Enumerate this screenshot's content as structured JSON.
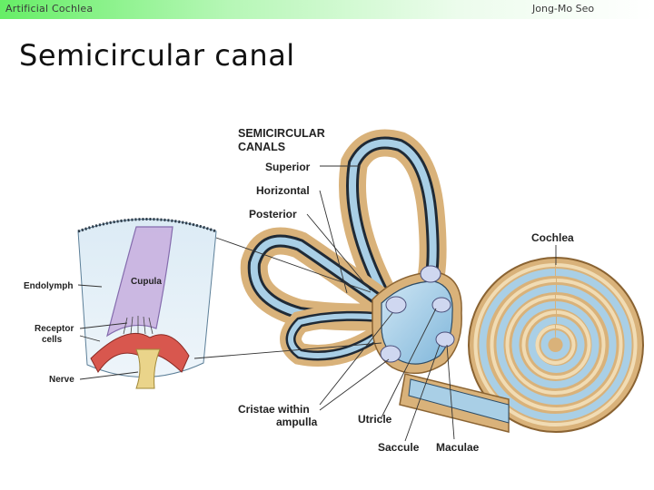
{
  "header": {
    "left": "Artificial Cochlea",
    "right": "Jong-Mo Seo",
    "band_color": "#66ee66"
  },
  "slide": {
    "title": "Semicircular canal"
  },
  "figure": {
    "labels": {
      "semicircular_canals_line1": "SEMICIRCULAR",
      "semicircular_canals_line2": "CANALS",
      "superior": "Superior",
      "horizontal": "Horizontal",
      "posterior": "Posterior",
      "cochlea": "Cochlea",
      "endolymph": "Endolymph",
      "cupula": "Cupula",
      "receptor_line1": "Receptor",
      "receptor_line2": "cells",
      "nerve": "Nerve",
      "cristae_line1": "Cristae within",
      "cristae_line2": "ampulla",
      "utricle": "Utricle",
      "saccule": "Saccule",
      "maculae": "Maculae"
    },
    "colors": {
      "bony_tan": "#d9b27a",
      "membrane_blue": "#a9cfe6",
      "dark_outline": "#1f2a36",
      "vestibule_blue": "#8fc4e3",
      "cupula_purple": "#c9b2e0",
      "receptor_red": "#d8574e",
      "nerve_yellow": "#ead48a"
    }
  }
}
